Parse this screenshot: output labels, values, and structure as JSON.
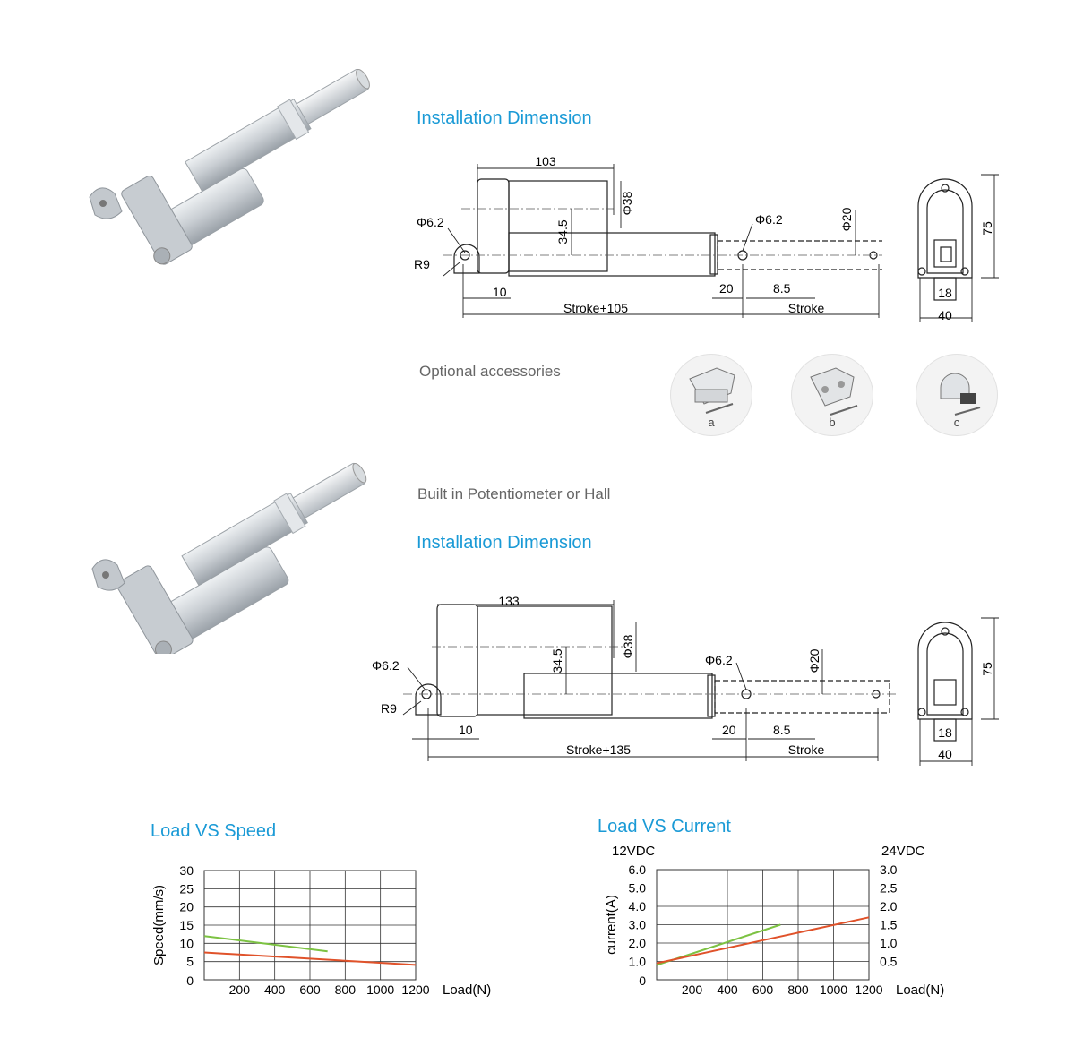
{
  "section1": {
    "heading": "Installation Dimension",
    "dims": {
      "body_len": "103",
      "motor_dia": "Φ38",
      "axis_offset": "34.5",
      "hole_left": "Φ6.2",
      "radius": "R9",
      "rod_dia": "Φ20",
      "hole_right": "Φ6.2",
      "d10": "10",
      "d20": "20",
      "d85": "8.5",
      "stroke_total": "Stroke+105",
      "stroke": "Stroke",
      "end_h": "75",
      "end_18": "18",
      "end_40": "40"
    }
  },
  "accessories": {
    "title": "Optional accessories",
    "items": [
      {
        "letter": "a"
      },
      {
        "letter": "b"
      },
      {
        "letter": "c"
      }
    ]
  },
  "section2": {
    "subtitle": "Built in Potentiometer or Hall",
    "heading": "Installation Dimension",
    "dims": {
      "body_len": "133",
      "motor_dia": "Φ38",
      "axis_offset": "34.5",
      "hole_left": "Φ6.2",
      "radius": "R9",
      "rod_dia": "Φ20",
      "hole_right": "Φ6.2",
      "d10": "10",
      "d20": "20",
      "d85": "8.5",
      "stroke_total": "Stroke+135",
      "stroke": "Stroke",
      "end_h": "75",
      "end_18": "18",
      "end_40": "40"
    }
  },
  "chart_data": [
    {
      "type": "line",
      "title": "Load VS Speed",
      "xlabel": "Load(N)",
      "ylabel": "Speed(mm/s)",
      "xlim": [
        0,
        1200
      ],
      "ylim": [
        0,
        30
      ],
      "x_ticks": [
        "200",
        "400",
        "600",
        "800",
        "1000",
        "1200"
      ],
      "y_ticks": [
        "0",
        "5",
        "10",
        "15",
        "20",
        "25",
        "30"
      ],
      "grid": true,
      "series": [
        {
          "color": "#7cc242",
          "x": [
            0,
            700
          ],
          "y": [
            12,
            7.8
          ]
        },
        {
          "color": "#e0522a",
          "x": [
            0,
            1200
          ],
          "y": [
            7.5,
            4.1
          ]
        }
      ]
    },
    {
      "type": "line",
      "title": "Load VS Current",
      "xlabel": "Load(N)",
      "ylabel": "current(A)",
      "y2label": "24VDC",
      "y1label_top": "12VDC",
      "xlim": [
        0,
        1200
      ],
      "ylim": [
        0,
        6.0
      ],
      "y2lim": [
        0,
        3.0
      ],
      "x_ticks": [
        "200",
        "400",
        "600",
        "800",
        "1000",
        "1200"
      ],
      "y_ticks": [
        "0",
        "1.0",
        "2.0",
        "3.0",
        "4.0",
        "5.0",
        "6.0"
      ],
      "y2_ticks": [
        "0.5",
        "1.0",
        "1.5",
        "2.0",
        "2.5",
        "3.0"
      ],
      "grid": true,
      "series": [
        {
          "color": "#7cc242",
          "x": [
            0,
            700
          ],
          "y": [
            0.8,
            3.0
          ]
        },
        {
          "color": "#e0522a",
          "x": [
            0,
            1200
          ],
          "y": [
            0.9,
            3.4
          ]
        }
      ]
    }
  ]
}
